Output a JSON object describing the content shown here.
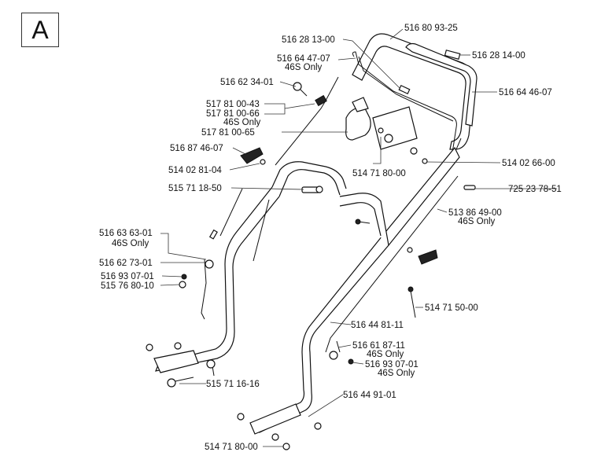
{
  "section_letter": "A",
  "labels": {
    "p_51680932 5": "516 80 93-25",
    "p_51628130 0": "516 28 13-00",
    "p_51664470 7": "516 64 47-07",
    "n_46s_a": "46S Only",
    "p_51628140 0": "516 28 14-00",
    "p_51662340 1": "516 62 34-01",
    "p_51664460 7": "516 64 46-07",
    "p_51781004 3": "517 81 00-43",
    "p_51781006 6": "517 81 00-66",
    "n_46s_b": "46S Only",
    "p_51781006 5": "517 81 00-65",
    "p_51687460 7": "516 87 46-07",
    "p_51402810 4": "514 02 81-04",
    "p_51471800 0a": "514 71 80-00",
    "p_51402660 0": "514 02 66-00",
    "p_51571185 0": "515 71 18-50",
    "p_72523785 1": "725 23 78-51",
    "p_51386490 0": "513 86 49-00",
    "n_46s_c": "46S Only",
    "p_51663630 1": "516 63 63-01",
    "n_46s_d": "46S Only",
    "p_51662730 1": "516 62 73-01",
    "p_51693070 1a": "516 93 07-01",
    "p_51576801 0": "515 76 80-10",
    "p_51471500 0": "514 71 50-00",
    "p_51644811 1": "516 44 81-11",
    "p_51661871 1": "516 61 87-11",
    "n_46s_e": "46S Only",
    "p_51693070 1b": "516 93 07-01",
    "n_46s_f": "46S Only",
    "p_51571161 6": "515 71 16-16",
    "p_51644910 1": "516 44 91-01",
    "p_51471800 0b": "514 71 80-00"
  }
}
